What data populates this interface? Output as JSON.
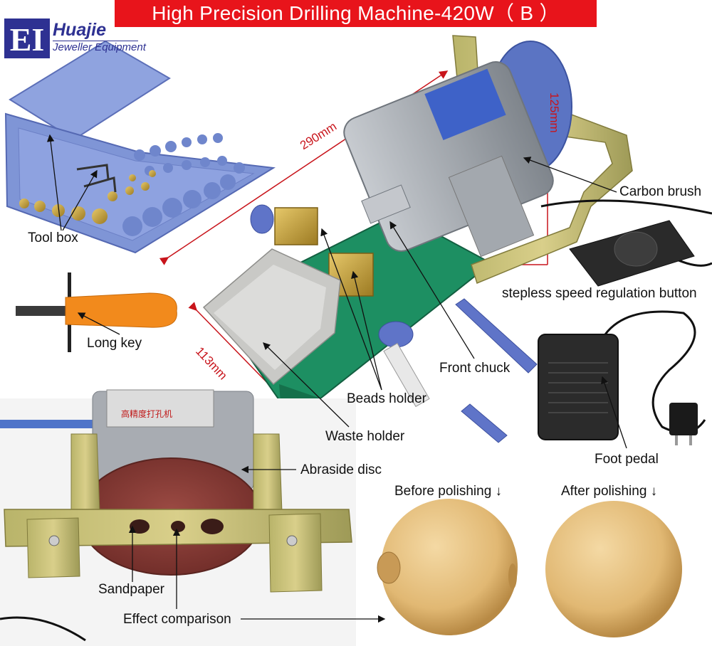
{
  "title": "High Precision Drilling Machine-420W（ B ）",
  "brand": {
    "logo_text": "EI",
    "name": "Huajie",
    "subtitle": "Jeweller Equipment"
  },
  "labels": {
    "tool_box": "Tool box",
    "long_key": "Long key",
    "carbon_brush": "Carbon brush",
    "speed_button": "stepless speed regulation button",
    "front_chuck": "Front chuck",
    "beads_holder": "Beads holder",
    "waste_holder": "Waste holder",
    "foot_pedal": "Foot pedal",
    "abraside_disc": "Abraside disc",
    "sandpaper": "Sandpaper",
    "effect_comparison": "Effect comparison",
    "before_polishing": "Before polishing ↓",
    "after_polishing": "After polishing ↓"
  },
  "dimensions": {
    "length": "290mm",
    "height": "125mm",
    "width": "113mm"
  },
  "machine_label_text": "高精度打孔机",
  "colors": {
    "banner": "#e8141b",
    "brand": "#2e3192",
    "toolbox": "#7f95d6",
    "motor": "#a9aeb4",
    "base": "#1d8f62",
    "brass": "#c9a441",
    "knob": "#5f74c8",
    "handle": "#f28a1c",
    "sandpaper": "#8a3b35",
    "wood": "#e6c17f",
    "dimension": "#c8141b"
  }
}
